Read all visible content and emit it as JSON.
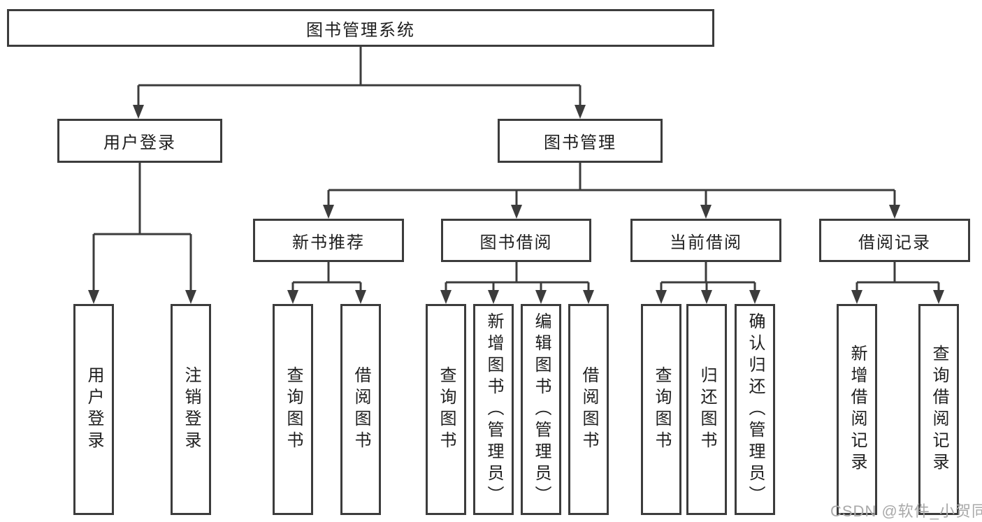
{
  "diagram": {
    "title": "图书管理系统",
    "root": "图书管理系统",
    "branches": [
      {
        "label": "用户登录",
        "children": [
          "用户登录",
          "注销登录"
        ]
      },
      {
        "label": "图书管理",
        "subbranches": [
          {
            "label": "新书推荐",
            "children": [
              "查询图书",
              "借阅图书"
            ]
          },
          {
            "label": "图书借阅",
            "children": [
              "查询图书",
              "新增图书（管理员）",
              "编辑图书（管理员）",
              "借阅图书"
            ]
          },
          {
            "label": "当前借阅",
            "children": [
              "查询图书",
              "归还图书",
              "确认归还（管理员）"
            ]
          },
          {
            "label": "借阅记录",
            "children": [
              "新增借阅记录",
              "查询借阅记录"
            ]
          }
        ]
      }
    ]
  },
  "watermark": {
    "text": "CSDN @软件_小贺同学",
    "color": "#a9a9a9"
  },
  "colors": {
    "line": "#3c3c3c",
    "box_border": "#3c3c3c",
    "text": "#1e1e1e",
    "background": "#ffffff"
  }
}
